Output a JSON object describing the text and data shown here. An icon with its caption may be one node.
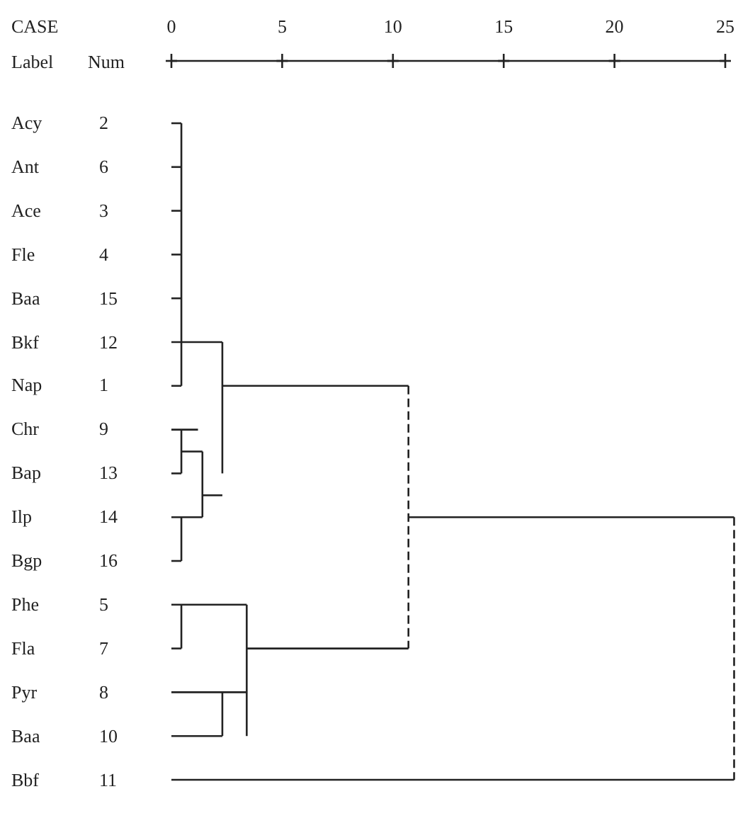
{
  "diagram": {
    "labels": [
      "CASE",
      "Label",
      "Num",
      "0",
      "5",
      "10",
      "15",
      "20",
      "25",
      "Acy",
      "2",
      "Ant",
      "6",
      "Ace",
      "3",
      "Fle",
      "4",
      "Baa",
      "15",
      "Bkf",
      "12",
      "Nap",
      "1",
      "Chr",
      "9",
      "Bap",
      "13",
      "Ilp",
      "14",
      "Bgp",
      "16",
      "Phe",
      "5",
      "Fla",
      "7",
      "Pyr",
      "8",
      "Baa",
      "10",
      "Bbf",
      "11"
    ]
  }
}
